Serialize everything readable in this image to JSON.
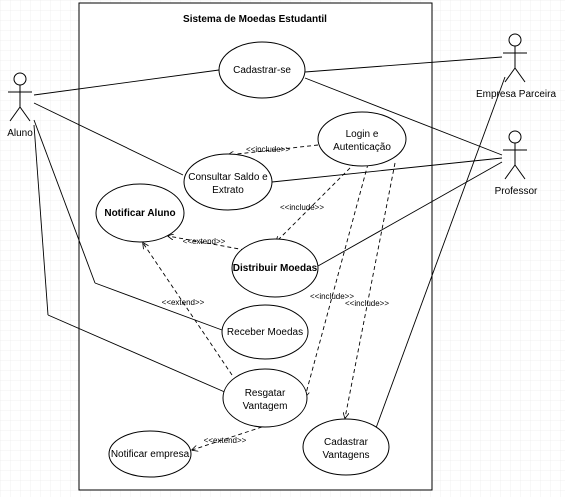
{
  "diagram": {
    "system_title": "Sistema de Moedas Estudantil",
    "actors": {
      "aluno": "Aluno",
      "empresa": "Empresa Parceira",
      "professor": "Professor"
    },
    "use_cases": {
      "cadastrar": "Cadastrar-se",
      "login_line1": "Login e",
      "login_line2": "Autenticação",
      "consultar_line1": "Consultar Saldo e",
      "consultar_line2": "Extrato",
      "notificar_aluno": "Notificar Aluno",
      "distribuir": "Distribuir Moedas",
      "receber": "Receber Moedas",
      "resgatar_line1": "Resgatar",
      "resgatar_line2": "Vantagem",
      "notificar_empresa": "Notificar empresa",
      "cadastrar_vant_line1": "Cadastrar",
      "cadastrar_vant_line2": "Vantagens"
    },
    "relations": {
      "include_consultar": "<<include>>",
      "include_distribuir": "<<include>>",
      "include_resgatar": "<<include>>",
      "include_cadastrar_vant": "<<include>>",
      "extend_notificar_aluno_dist": "<<extend>>",
      "extend_notificar_aluno_resg": "<<extend>>",
      "extend_notificar_empresa": "<<extend>>"
    }
  }
}
